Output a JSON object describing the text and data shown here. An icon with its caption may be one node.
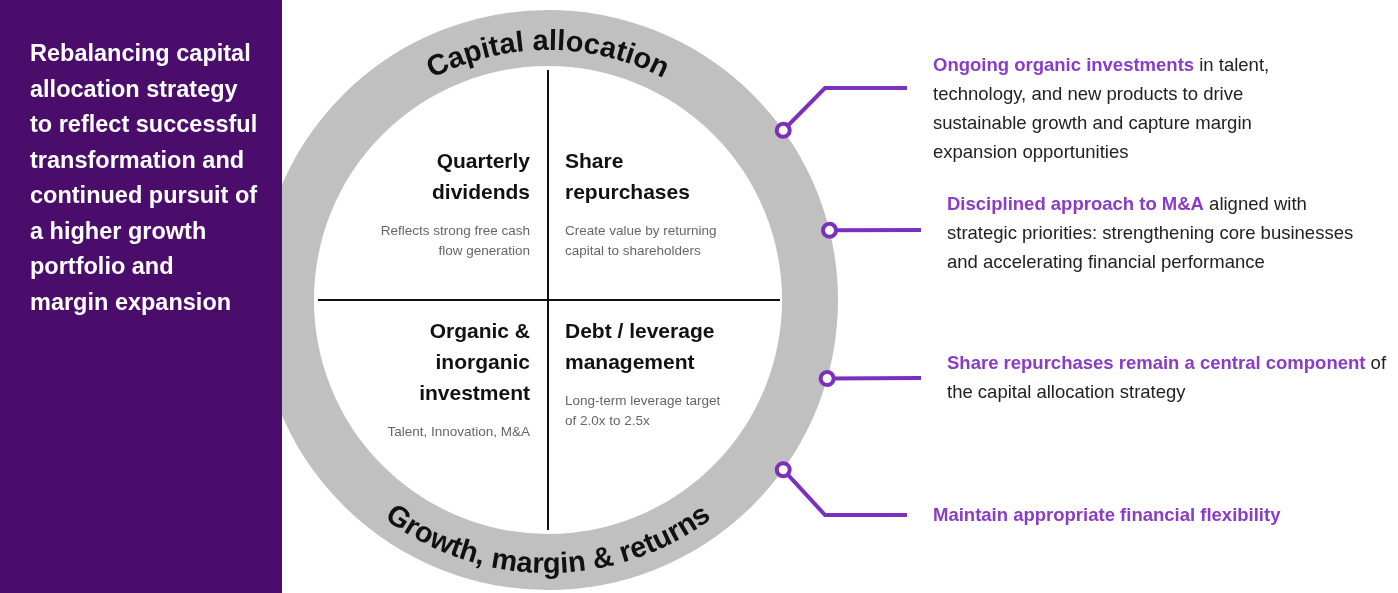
{
  "diagram": {
    "nodes": [
      {
        "text": [
          "Rebalancing capital allocation strategy to reflect successful transformation and continued pursuit of a higher growth portfolio and margin expansion"
        ]
      },
      {
        "text": [
          "Capital allocation",
          "Growth, margin & returns"
        ]
      },
      {
        "text": [
          "Quarterly dividends",
          "Reflects strong free cash flow generation"
        ],
        "in": 1
      },
      {
        "text": [
          "Share repurchases",
          "Create value by returning capital to shareholders"
        ],
        "in": 1
      },
      {
        "text": [
          "Organic & inorganic investment",
          "Talent, Innovation, M&A"
        ],
        "in": 1
      },
      {
        "text": [
          "Debt / leverage management",
          "Long-term leverage target of 2.0x to 2.5x"
        ],
        "in": 1
      },
      {
        "text": [
          "**Ongoing organic investments** in talent, technology, and new products to drive sustainable growth and capture margin expansion opportunities"
        ]
      },
      {
        "text": [
          "**Disciplined approach to M&A** aligned with strategic priorities: strengthening core businesses and accelerating financial performance"
        ]
      },
      {
        "text": [
          "**Share repurchases remain a central component** of the capital allocation strategy"
        ]
      },
      {
        "text": [
          "Maintain appropriate financial flexibility"
        ]
      }
    ],
    "edges": [
      {
        "from": 6,
        "to": 1,
        "arrow": "other"
      },
      {
        "from": 7,
        "to": 1,
        "arrow": "other"
      },
      {
        "from": 8,
        "to": 1,
        "arrow": "other"
      },
      {
        "from": 9,
        "to": 1,
        "arrow": "other"
      }
    ]
  }
}
